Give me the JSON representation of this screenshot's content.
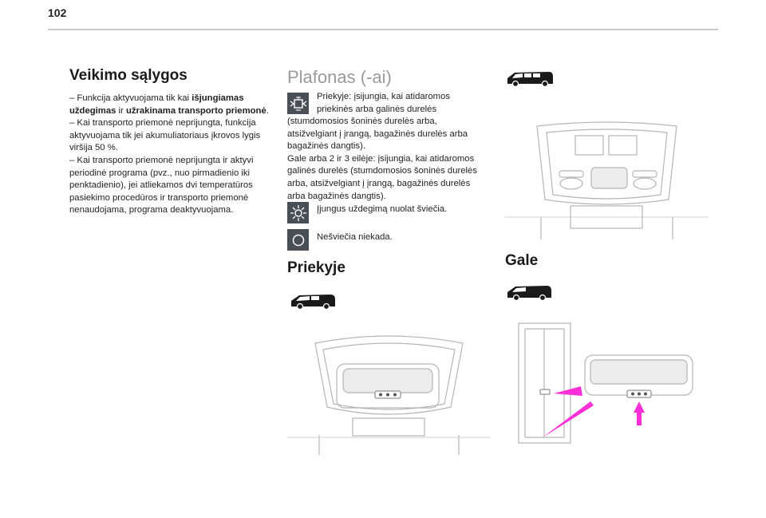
{
  "page_number": "102",
  "col1": {
    "title": "Veikimo sąlygos",
    "p1_a": "– Funkcija aktyvuojama tik kai ",
    "p1_b": "išjungiamas uždegimas",
    "p1_c": " ir ",
    "p1_d": "užrakinama transporto priemonė",
    "p1_e": ".",
    "p2": "– Kai transporto priemonė neprijungta, funkcija aktyvuojama tik jei akumuliatoriaus įkrovos lygis viršija 50 %.",
    "p3": "– Kai transporto priemonė neprijungta ir aktyvi periodinė programa (pvz., nuo pirmadienio iki penktadienio), jei atliekamos dvi temperatūros pasiekimo procedūros ir transporto priemonė nenaudojama, programa deaktyvuojama."
  },
  "col2": {
    "title": "Plafonas (-ai)",
    "item1_lead": "Priekyje: įsijungia, kai atidaromos",
    "item1_lead2": "priekinės arba galinės durelės",
    "item1_rest": "(stumdomosios šoninės durelės arba, atsižvelgiant į įrangą, bagažinės durelės arba bagažinės dangtis).",
    "item1_rest2": "Gale arba 2 ir 3 eilėje: įsijungia, kai atidaromos galinės durelės (stumdomosios šoninės durelės arba, atsižvelgiant į įrangą, bagažinės durelės arba bagažinės dangtis).",
    "item2": "Įjungus uždegimą nuolat šviečia.",
    "item3": "Nešviečia niekada.",
    "section_front": "Priekyje"
  },
  "col3": {
    "section_rear": "Gale"
  },
  "icons": {
    "door_light": "door-open-light-icon",
    "sun": "sun-on-icon",
    "off": "circle-off-icon"
  },
  "colors": {
    "icon_bg": "#4a4f55",
    "arrow": "#ff2fd8",
    "heading_grey": "#9a9a9a"
  }
}
